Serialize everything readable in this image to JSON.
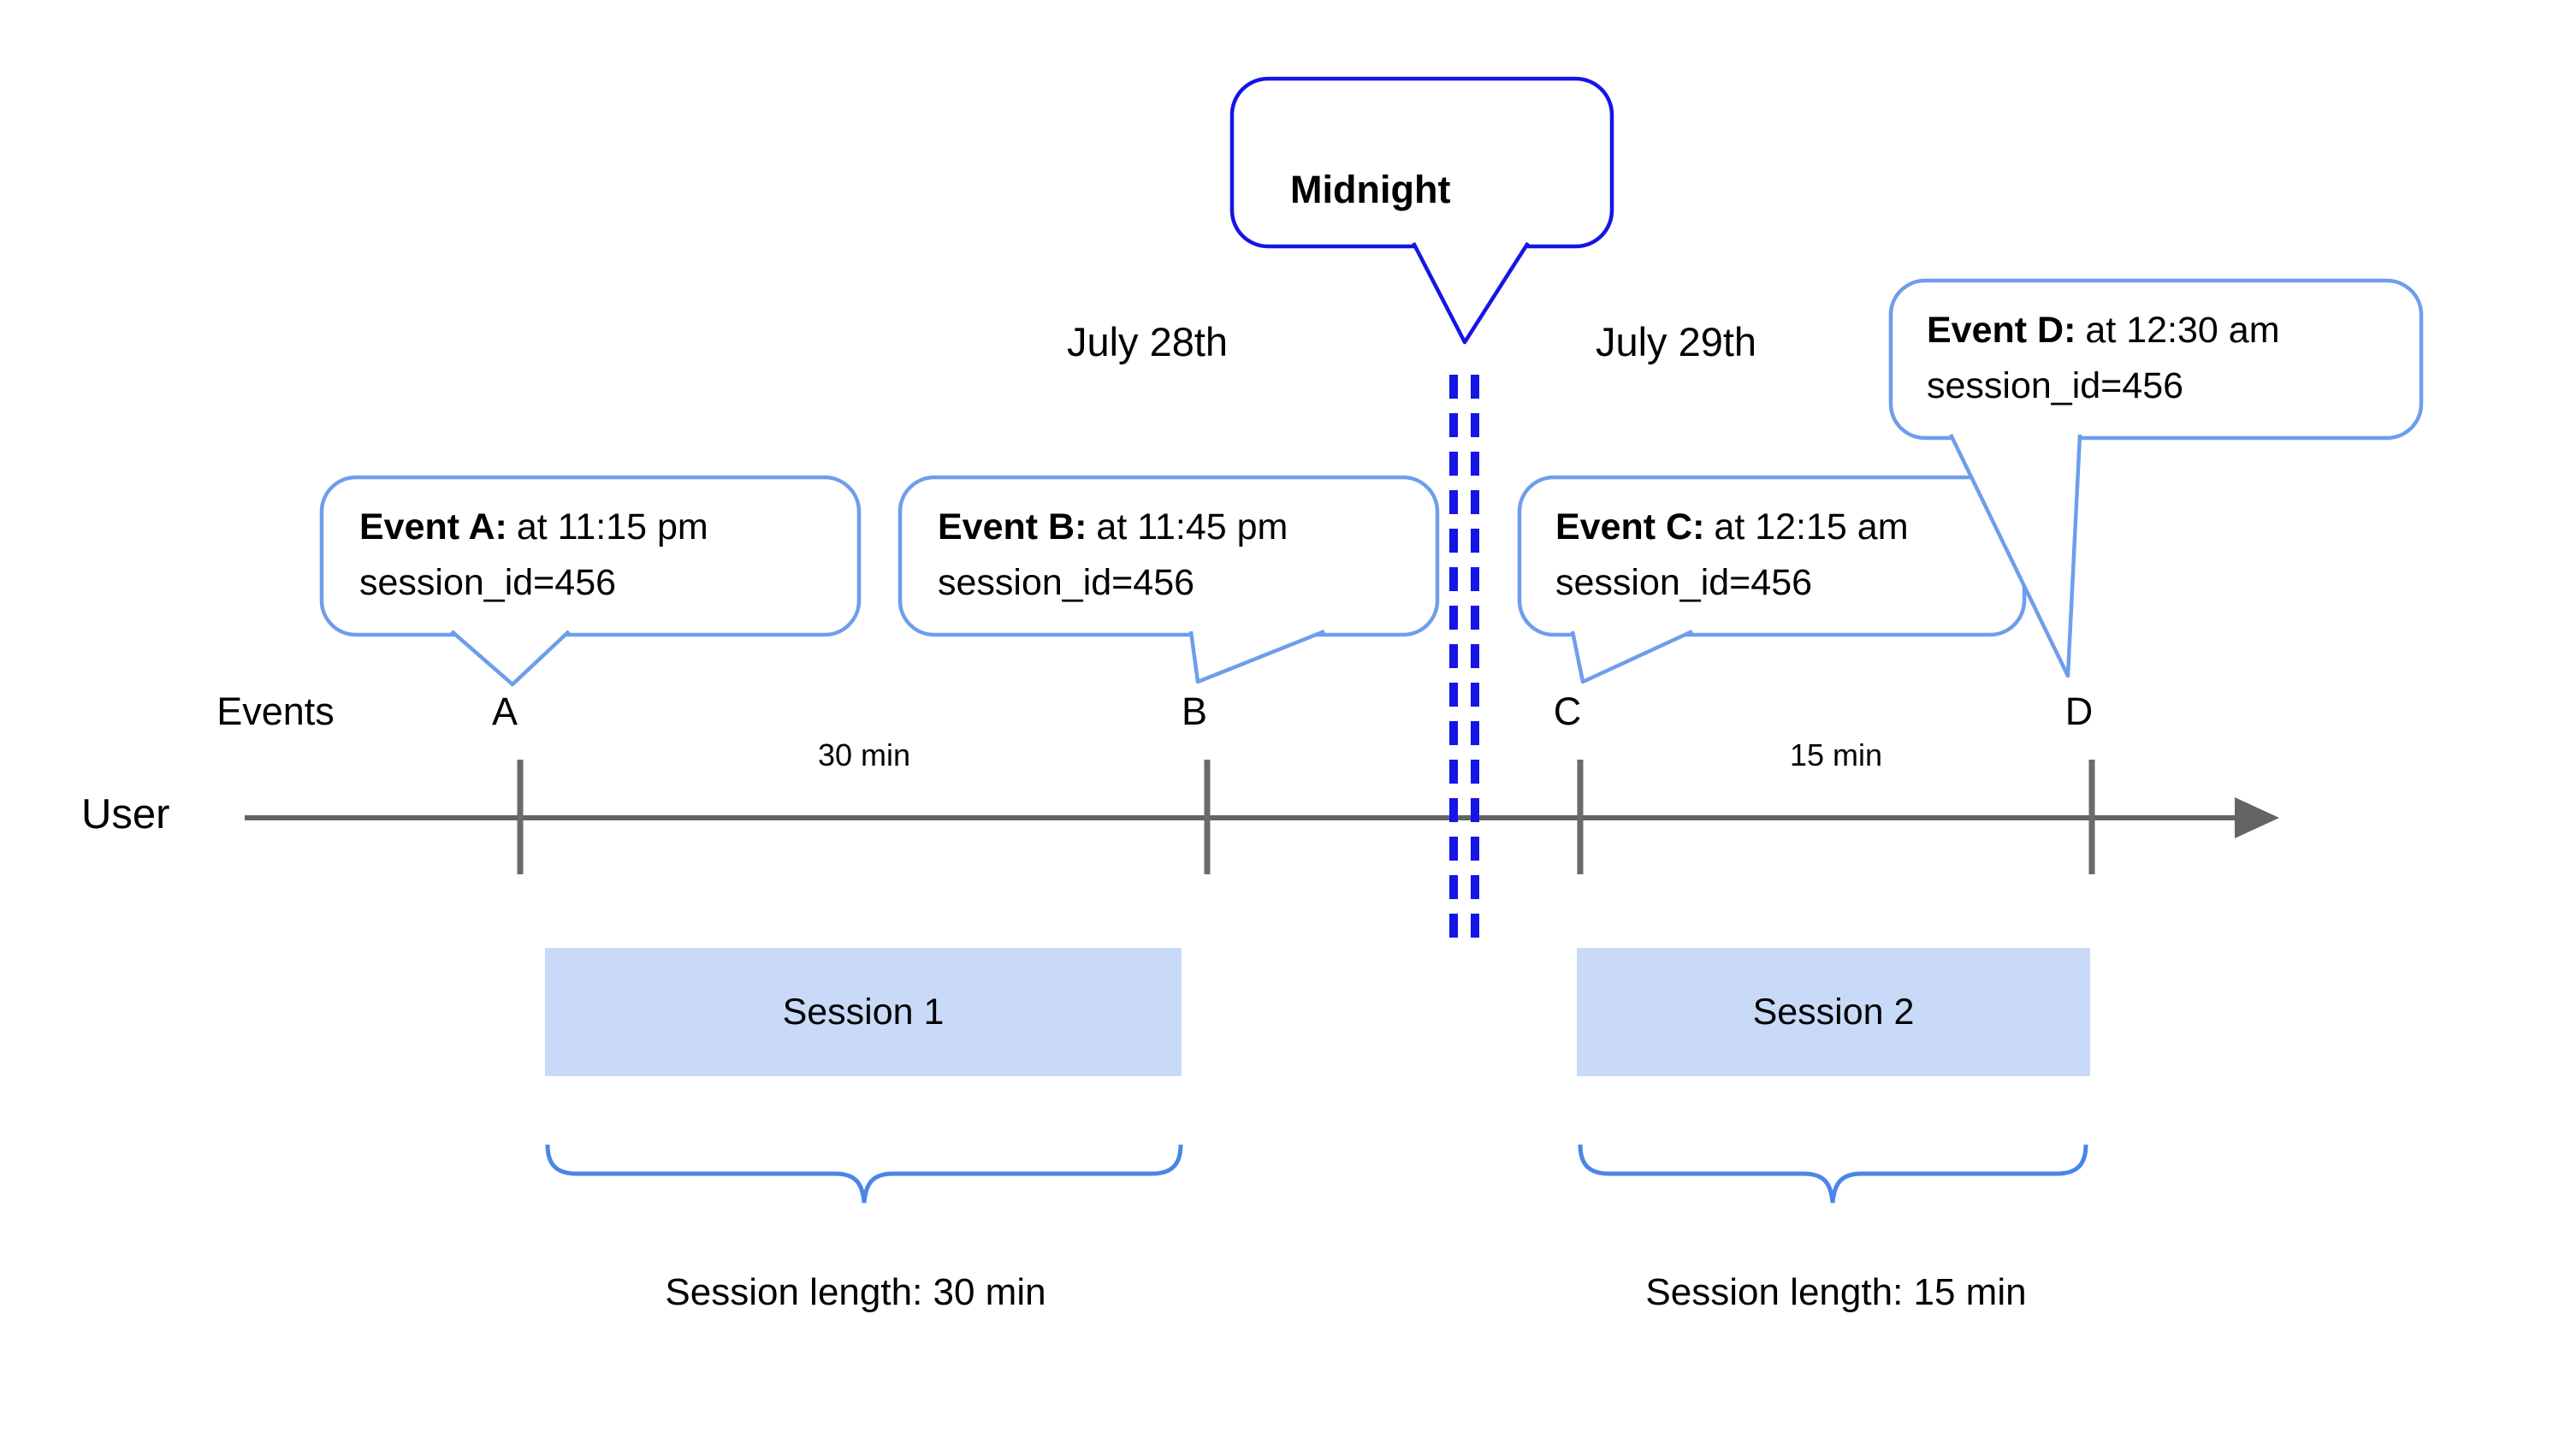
{
  "midnight_callout": {
    "text": "Midnight"
  },
  "date_labels": {
    "before": "July 28th",
    "after": "July 29th"
  },
  "event_callouts": [
    {
      "tick": "A",
      "label": "Event A:",
      "time": "at 11:15 pm",
      "session": "session_id=456"
    },
    {
      "tick": "B",
      "label": "Event B:",
      "time": "at 11:45 pm",
      "session": "session_id=456"
    },
    {
      "tick": "C",
      "label": "Event C:",
      "time": "at 12:15 am",
      "session": "session_id=456"
    },
    {
      "tick": "D",
      "label": "Event D:",
      "time": "at 12:30 am",
      "session": "session_id=456"
    }
  ],
  "timeline": {
    "events_label": "Events",
    "user_label": "User",
    "intervals": [
      "30 min",
      "15 min"
    ]
  },
  "sessions": [
    {
      "name": "Session 1",
      "length": "Session length: 30 min"
    },
    {
      "name": "Session 2",
      "length": "Session length: 15 min"
    }
  ],
  "colors": {
    "midnight_blue": "#1515e6",
    "callout_border_blue": "#6d9eeb",
    "brace_blue": "#4a86e8",
    "session_fill": "#c9daf8",
    "axis_gray": "#646464",
    "text": "#000000"
  }
}
